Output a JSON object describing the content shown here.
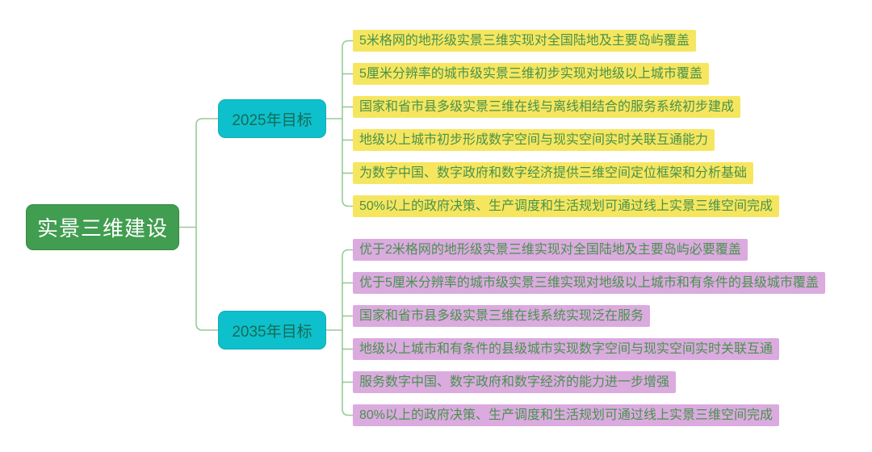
{
  "root": {
    "label": "实景三维建设"
  },
  "branches": [
    {
      "label": "2025年目标",
      "items": [
        "5米格网的地形级实景三维实现对全国陆地及主要岛屿覆盖",
        "5厘米分辨率的城市级实景三维初步实现对地级以上城市覆盖",
        "国家和省市县多级实景三维在线与离线相结合的服务系统初步建成",
        "地级以上城市初步形成数字空间与现实空间实时关联互通能力",
        "为数字中国、数字政府和数字经济提供三维空间定位框架和分析基础",
        "50%以上的政府决策、生产调度和生活规划可通过线上实景三维空间完成"
      ]
    },
    {
      "label": "2035年目标",
      "items": [
        "优于2米格网的地形级实景三维实现对全国陆地及主要岛屿必要覆盖",
        "优于5厘米分辨率的城市级实景三维实现对地级以上城市和有条件的县级城市覆盖",
        "国家和省市县多级实景三维在线系统实现泛在服务",
        "地级以上城市和有条件的县级城市实现数字空间与现实空间实时关联互通",
        "服务数字中国、数字政府和数字经济的能力进一步增强",
        "80%以上的政府决策、生产调度和生活规划可通过线上实景三维空间完成"
      ]
    }
  ],
  "colors": {
    "root-bg": "#419D50",
    "root-text": "#FFFFFF",
    "branch-bg": "#0EC0CC",
    "branch-text": "#146C57",
    "leaf-2025-bg": "#F6E65F",
    "leaf-2035-bg": "#DBAADF",
    "leaf-text": "#48924C",
    "line": "#97CB97"
  }
}
